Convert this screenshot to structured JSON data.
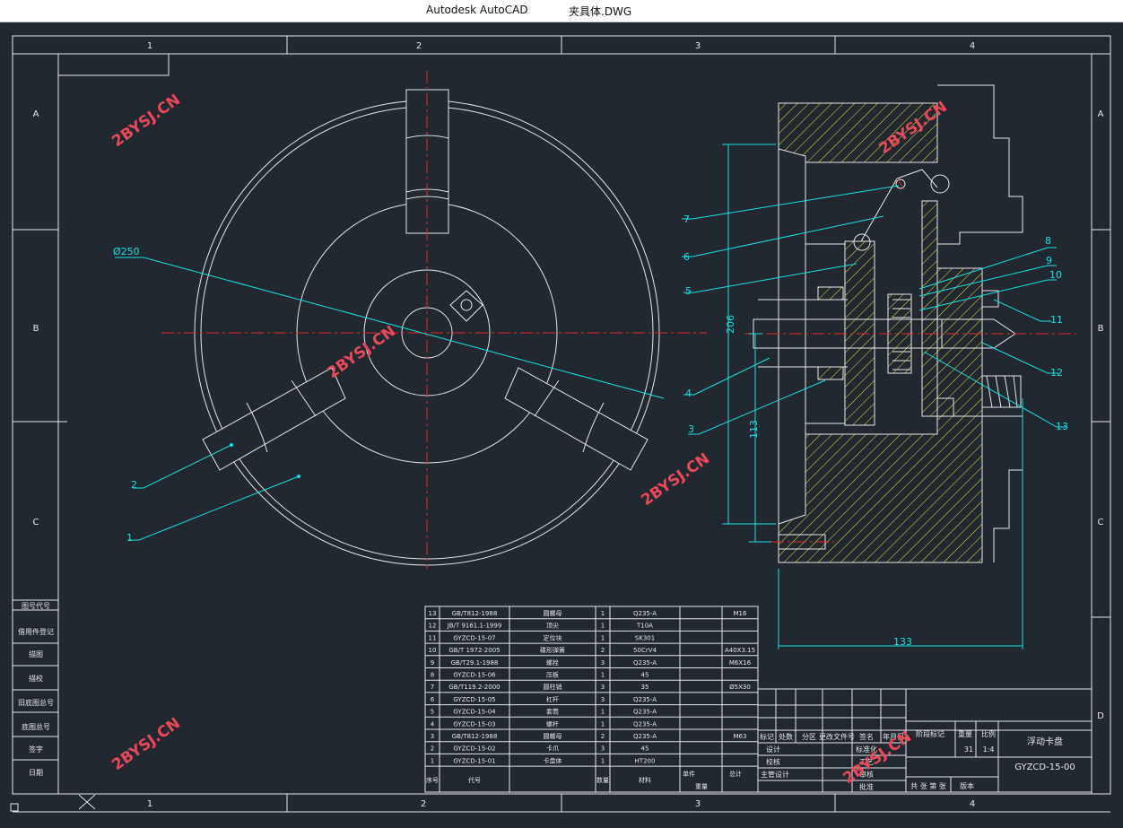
{
  "window": {
    "app_name": "Autodesk AutoCAD",
    "file_name": "夹具体.DWG"
  },
  "colors": {
    "background": "#212830",
    "line": "#e6e6e6",
    "dimension": "#16e0e0",
    "center_line": "#e02828",
    "hatch": "#e6e63c",
    "watermark": "#e8485a"
  },
  "frame": {
    "top_zones": [
      "1",
      "2",
      "3",
      "4"
    ],
    "bottom_zones": [
      "1",
      "2",
      "3",
      "4"
    ],
    "left_zones": [
      "A",
      "B",
      "C"
    ],
    "right_zones": [
      "A",
      "B",
      "C",
      "D"
    ]
  },
  "watermark": "2BYSJ.CN",
  "left_stamp_rows": [
    "借用件登记",
    "描图",
    "描校",
    "旧底图总号",
    "底图总号",
    "签字",
    "日期"
  ],
  "left_stamp_top": "图号代号",
  "drawing": {
    "dimensions": {
      "diameter": "Ø250",
      "height": "206",
      "inner": "113",
      "width": "133"
    },
    "balloons_left": [
      "7",
      "6",
      "5",
      "4",
      "3"
    ],
    "balloons_right": [
      "8",
      "9",
      "10",
      "11",
      "12",
      "13"
    ],
    "balloons_front": [
      "2",
      "1"
    ]
  },
  "bom": {
    "rows": [
      {
        "no": "13",
        "code": "GB/T812-1988",
        "name": "圆螺母",
        "qty": "1",
        "material": "Q235-A",
        "note": "M16"
      },
      {
        "no": "12",
        "code": "JB/T 9161.1-1999",
        "name": "顶尖",
        "qty": "1",
        "material": "T10A",
        "note": ""
      },
      {
        "no": "11",
        "code": "GYZCD-15-07",
        "name": "定位块",
        "qty": "1",
        "material": "SK301",
        "note": ""
      },
      {
        "no": "10",
        "code": "GB/T 1972-2005",
        "name": "碟形弹簧",
        "qty": "2",
        "material": "50CrV4",
        "note": "A40X3.15"
      },
      {
        "no": "9",
        "code": "GB/T29.1-1988",
        "name": "螺栓",
        "qty": "3",
        "material": "Q235-A",
        "note": "M6X16"
      },
      {
        "no": "8",
        "code": "GYZCD-15-06",
        "name": "压板",
        "qty": "1",
        "material": "45",
        "note": ""
      },
      {
        "no": "7",
        "code": "GB/T119.2-2000",
        "name": "圆柱销",
        "qty": "3",
        "material": "35",
        "note": "Ø5X30"
      },
      {
        "no": "6",
        "code": "GYZCD-15-05",
        "name": "杠杆",
        "qty": "3",
        "material": "Q235-A",
        "note": ""
      },
      {
        "no": "5",
        "code": "GYZCD-15-04",
        "name": "套筒",
        "qty": "1",
        "material": "Q235-A",
        "note": ""
      },
      {
        "no": "4",
        "code": "GYZCD-15-03",
        "name": "螺杆",
        "qty": "1",
        "material": "Q235-A",
        "note": ""
      },
      {
        "no": "3",
        "code": "GB/T812-1988",
        "name": "圆螺母",
        "qty": "2",
        "material": "Q235-A",
        "note": "M63"
      },
      {
        "no": "2",
        "code": "GYZCD-15-02",
        "name": "卡爪",
        "qty": "3",
        "material": "45",
        "note": ""
      },
      {
        "no": "1",
        "code": "GYZCD-15-01",
        "name": "卡盘体",
        "qty": "1",
        "material": "HT200",
        "note": ""
      }
    ],
    "header": {
      "no": "序号",
      "code": "代号",
      "qty": "数量",
      "material": "材料",
      "single": "单件",
      "total": "总计",
      "weight": "重量"
    }
  },
  "title_block": {
    "rev_labels": [
      "标记",
      "处数",
      "分区",
      "更改文件号",
      "签名",
      "年月日"
    ],
    "roles": [
      "设计",
      "校核",
      "主管设计"
    ],
    "roles2": [
      "标准化",
      "工艺",
      "审核",
      "批准"
    ],
    "stage_label": "阶段标记",
    "weight_label": "重量",
    "scale_label": "比例",
    "weight_value": "31",
    "scale_value": "1:4",
    "sheet_label": "共 张 第 张",
    "version_label": "版本",
    "part_name": "浮动卡盘",
    "drawing_no": "GYZCD-15-00"
  }
}
